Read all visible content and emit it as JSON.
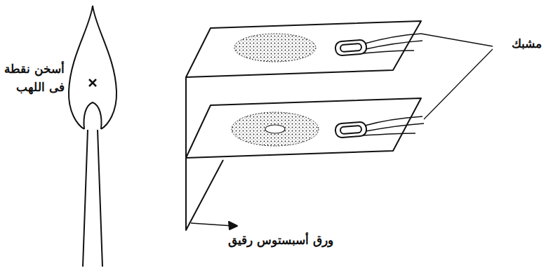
{
  "diagram": {
    "labels": [
      "أسخن نقطة فى اللهب",
      "مشبك",
      "ورق أسبستوس رقيق"
    ]
  }
}
